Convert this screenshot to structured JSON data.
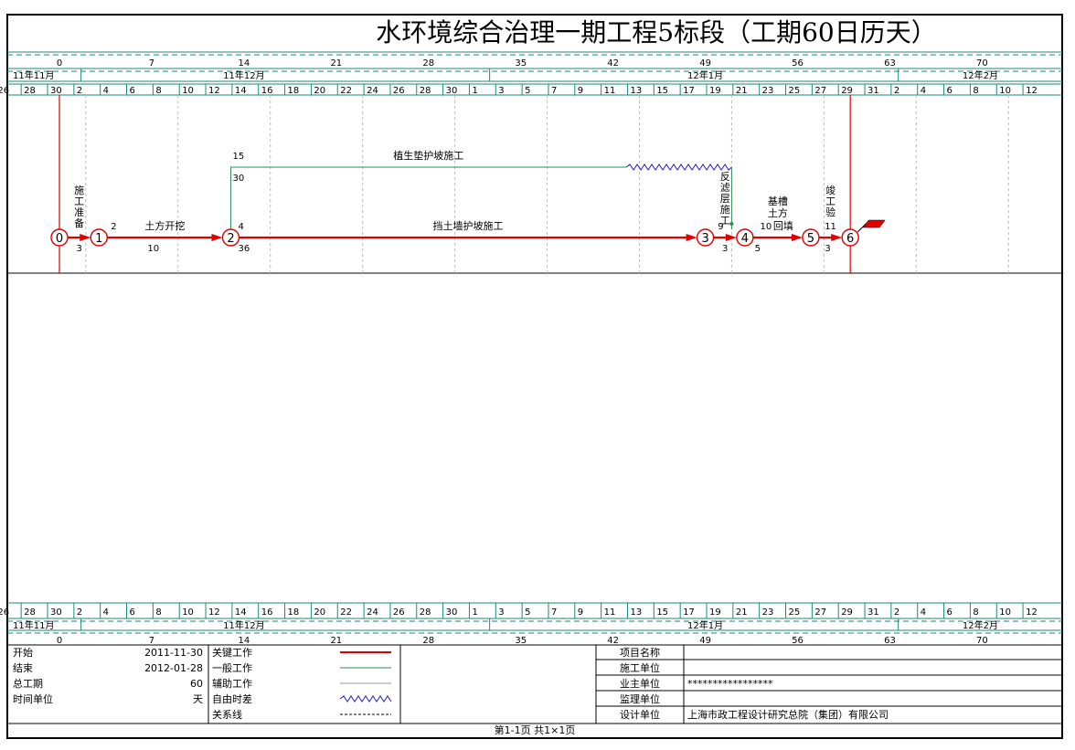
{
  "title": "水环境综合治理一期工程5标段（工期60日历天）",
  "timescale": {
    "day_ticks": [
      "0",
      "7",
      "14",
      "21",
      "28",
      "35",
      "42",
      "49",
      "56",
      "63",
      "70"
    ],
    "months": [
      "11年11月",
      "11年12月",
      "12年1月",
      "12年2月"
    ],
    "dates": [
      "26",
      "28",
      "30",
      "2",
      "4",
      "6",
      "8",
      "10",
      "12",
      "14",
      "16",
      "18",
      "20",
      "22",
      "24",
      "26",
      "28",
      "30",
      "1",
      "3",
      "5",
      "7",
      "9",
      "11",
      "13",
      "15",
      "17",
      "19",
      "21",
      "23",
      "25",
      "27",
      "29",
      "31",
      "2",
      "4",
      "6",
      "8",
      "10",
      "12"
    ]
  },
  "nodes": [
    "0",
    "1",
    "2",
    "3",
    "4",
    "5",
    "6"
  ],
  "activities": [
    {
      "name": "施工准备",
      "start": 0,
      "dur": "3"
    },
    {
      "name": "土方开挖",
      "start": 3,
      "dur": "10"
    },
    {
      "name": "挡土墙护坡施工",
      "start": 13,
      "dur": "36"
    },
    {
      "name": "反滤层施工",
      "start": 49,
      "dur": "3"
    },
    {
      "name": "基槽土方回填",
      "start": 52,
      "dur": "5"
    },
    {
      "name": "竣工验收",
      "start": 57,
      "dur": "3"
    },
    {
      "name": "植生垫护坡施工",
      "start": 13,
      "dur": "30"
    }
  ],
  "time_labels": [
    "2",
    "4",
    "9",
    "10",
    "11",
    "15"
  ],
  "footer": {
    "info": [
      {
        "label": "开始",
        "value": "2011-11-30"
      },
      {
        "label": "结束",
        "value": "2012-01-28"
      },
      {
        "label": "总工期",
        "value": "60"
      },
      {
        "label": "时间单位",
        "value": "天"
      }
    ],
    "legend": [
      {
        "label": "关键工作",
        "color": "#e00000"
      },
      {
        "label": "一般工作",
        "color": "#2e8b57"
      },
      {
        "label": "辅助工作",
        "color": "#999999"
      },
      {
        "label": "自由时差",
        "color": "#1a1acc"
      },
      {
        "label": "关系线",
        "color": "#000000"
      }
    ],
    "project_fields": [
      {
        "label": "项目名称",
        "value": ""
      },
      {
        "label": "施工单位",
        "value": ""
      },
      {
        "label": "业主单位",
        "value": "*****************"
      },
      {
        "label": "监理单位",
        "value": ""
      },
      {
        "label": "设计单位",
        "value": "上海市政工程设计研究总院（集团）有限公司"
      }
    ],
    "page": "第1-1页 共1×1页"
  }
}
